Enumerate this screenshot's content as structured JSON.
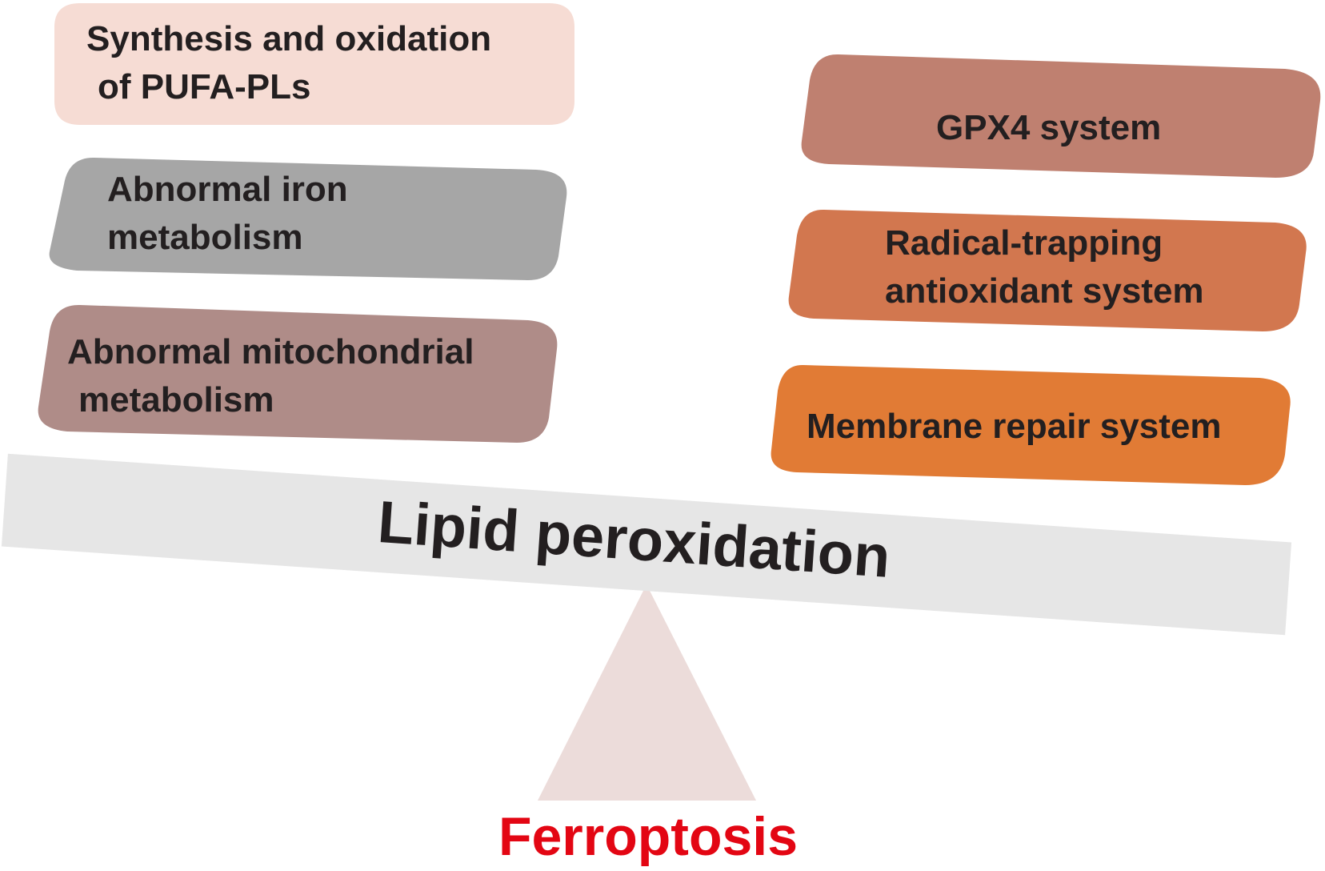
{
  "left_factors": [
    {
      "lines": [
        "Synthesis and oxidation",
        "of PUFA-PLs"
      ],
      "color": "#f6dcd4"
    },
    {
      "lines": [
        "Abnormal iron",
        "metabolism"
      ],
      "color": "#a6a6a6"
    },
    {
      "lines": [
        "Abnormal mitochondrial",
        "metabolism"
      ],
      "color": "#af8c88"
    }
  ],
  "right_factors": [
    {
      "lines": [
        "GPX4 system"
      ],
      "color": "#bf8070"
    },
    {
      "lines": [
        "Radical-trapping",
        "antioxidant system"
      ],
      "color": "#d2774f"
    },
    {
      "lines": [
        "Membrane repair system"
      ],
      "color": "#e17b35"
    }
  ],
  "beam": {
    "label": "Lipid peroxidation",
    "color": "#e6e6e6"
  },
  "fulcrum": {
    "color": "#ecdcda"
  },
  "outcome": {
    "label": "Ferroptosis",
    "color": "#e30613"
  }
}
